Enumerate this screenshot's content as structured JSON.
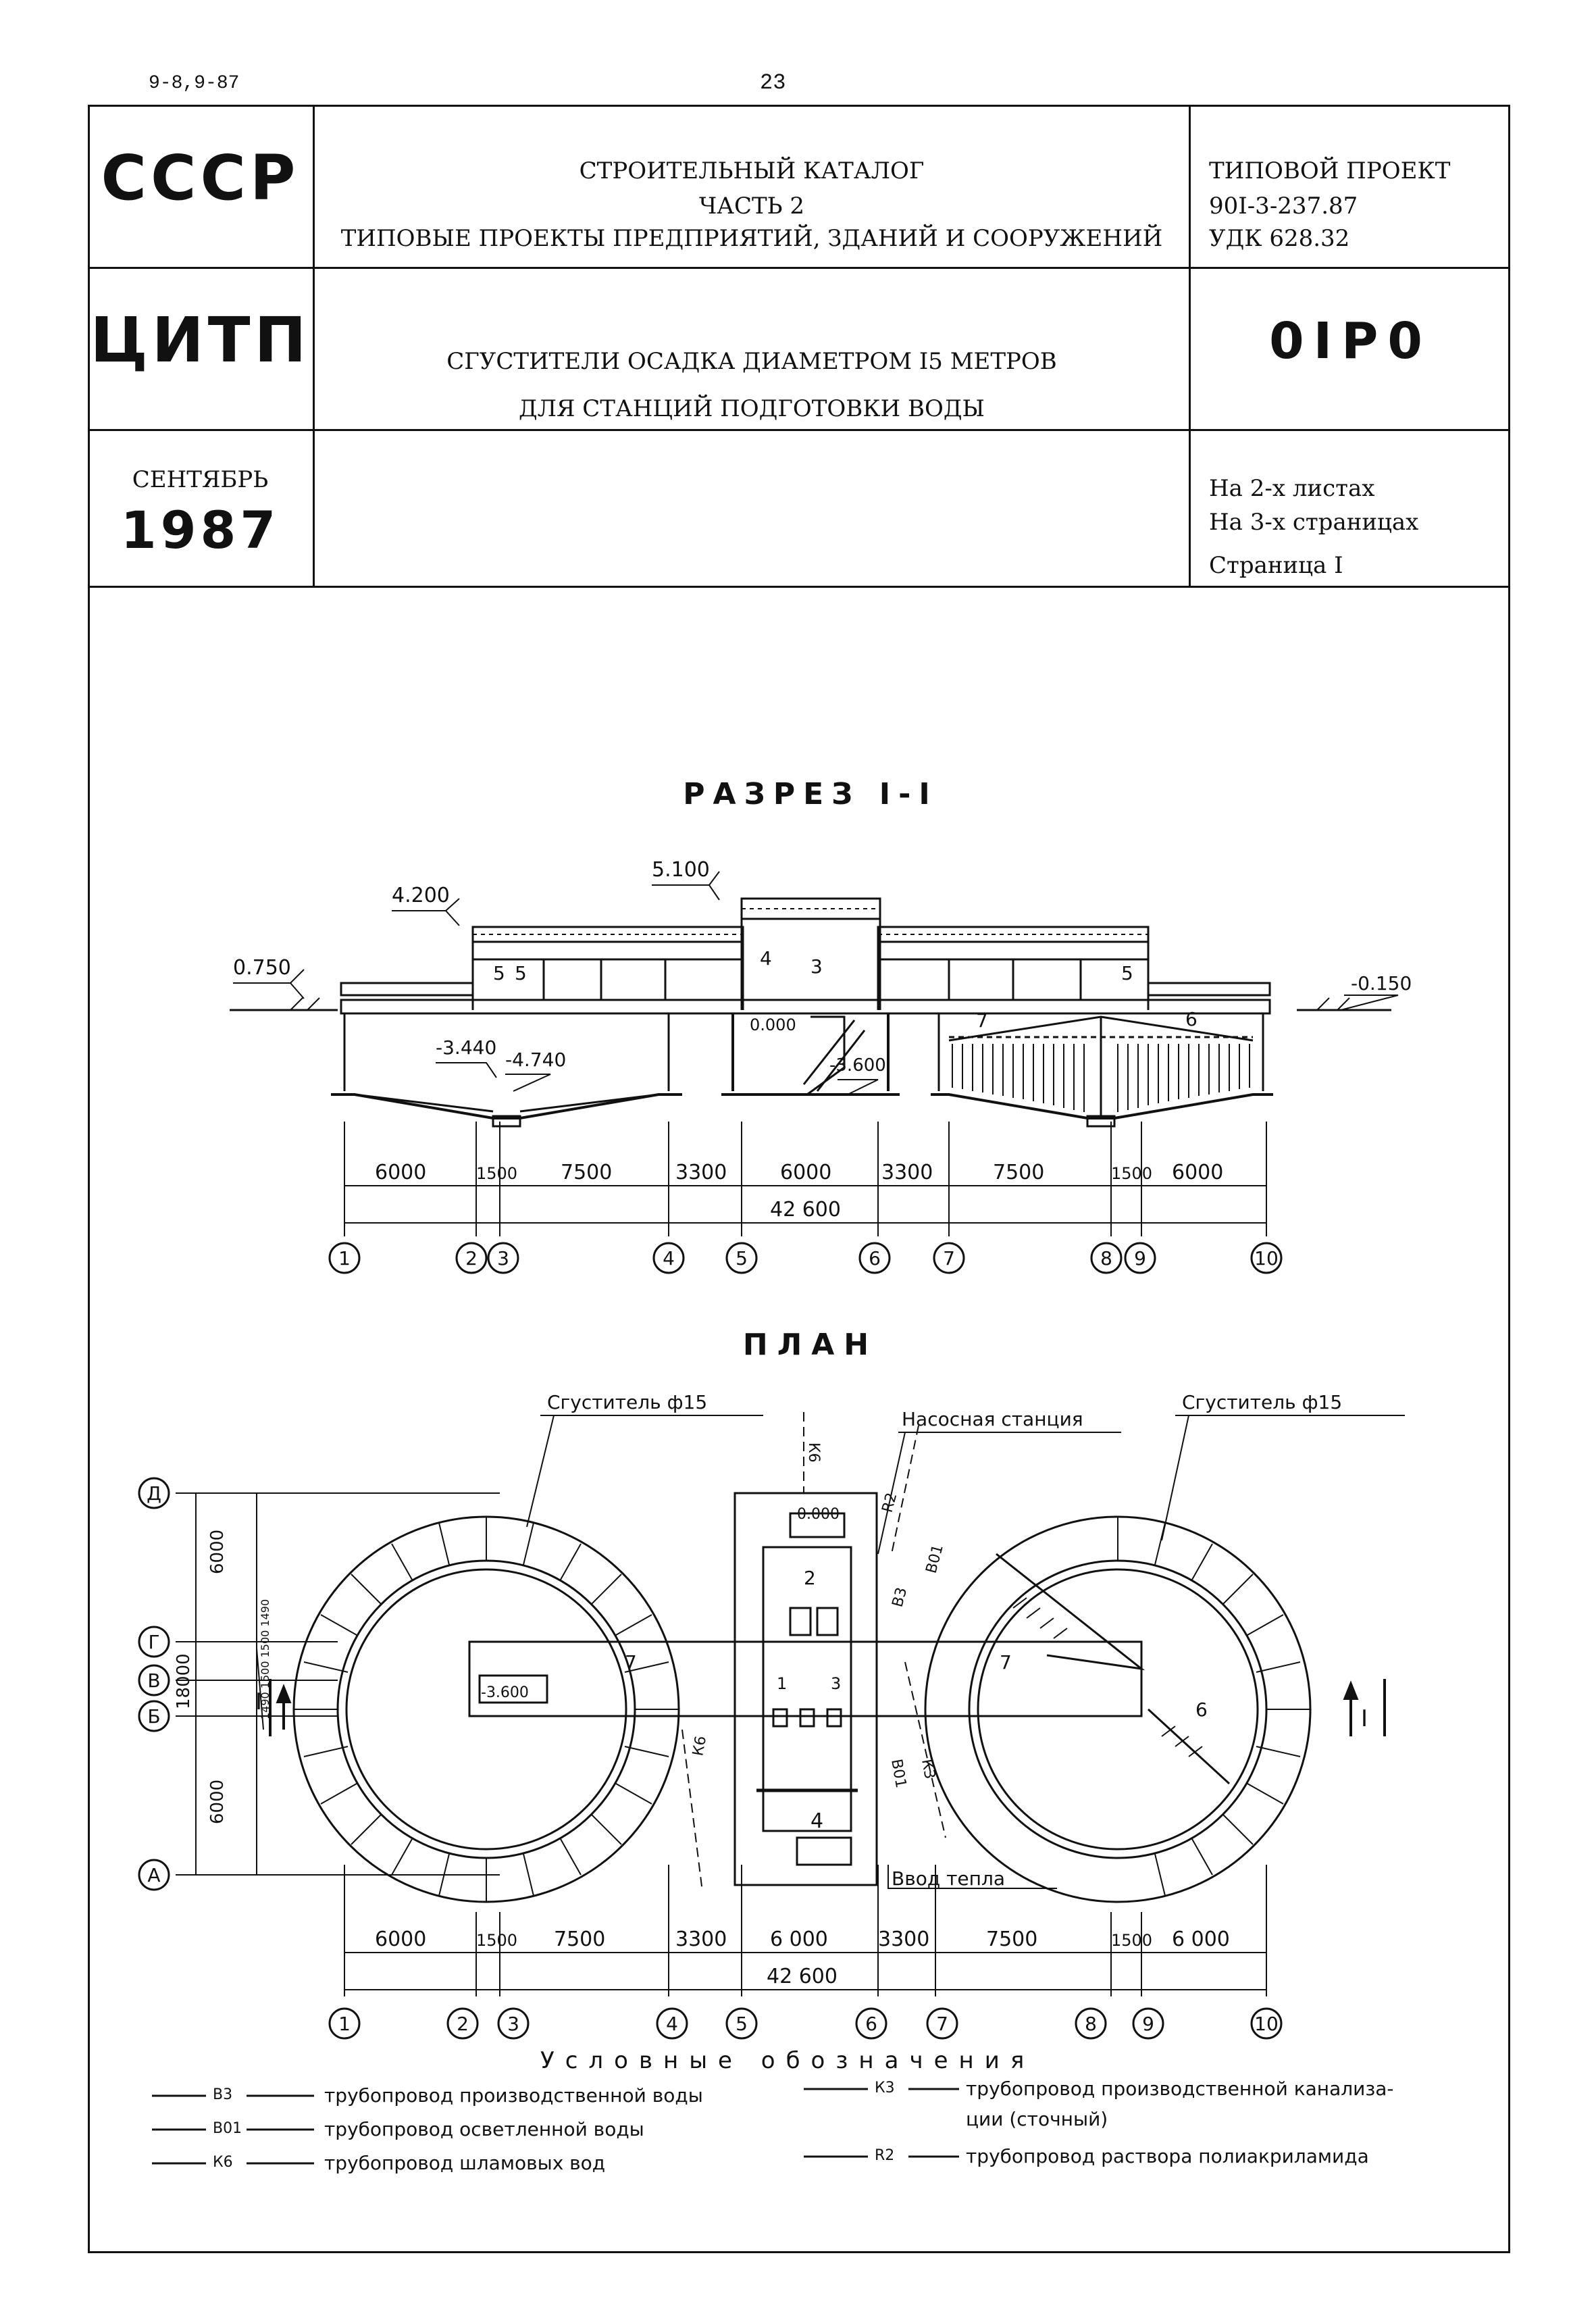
{
  "page": {
    "code": "9-8,9-87",
    "number": "23"
  },
  "header": {
    "org1": "СССР",
    "catalog_line1": "СТРОИТЕЛЬНЫЙ КАТАЛОГ",
    "catalog_line2": "ЧАСТЬ 2",
    "catalog_line3": "ТИПОВЫЕ ПРОЕКТЫ ПРЕДПРИЯТИЙ, ЗДАНИЙ И СООРУЖЕНИЙ",
    "project_label": "ТИПОВОЙ ПРОЕКТ",
    "project_number": "90I-3-237.87",
    "udk": "УДК 628.32",
    "org2": "ЦИТП",
    "title_line1": "СГУСТИТЕЛИ ОСАДКА ДИАМЕТРОМ I5 МЕТРОВ",
    "title_line2": "ДЛЯ СТАНЦИЙ ПОДГОТОВКИ ВОДЫ",
    "code": "0IР0",
    "month": "СЕНТЯБРЬ",
    "year": "1987",
    "sheets": "На 2-х листах",
    "pages": "На 3-х страницах",
    "page": "Страница I"
  },
  "section": {
    "title": "РАЗРЕЗ I-I",
    "levels": [
      "4.200",
      "5.100",
      "0.750",
      "-0.150",
      "-3.440",
      "-4.740",
      "0.000",
      "-3.600"
    ],
    "dims": [
      "6000",
      "1500",
      "7500",
      "3300",
      "6000",
      "3300",
      "7500",
      "1500",
      "6000"
    ],
    "total": "42 600",
    "axes": [
      "1",
      "2",
      "3",
      "4",
      "5",
      "6",
      "7",
      "8",
      "9",
      "10"
    ],
    "marks": [
      "5",
      "5",
      "4",
      "3",
      "7",
      "6",
      "5"
    ]
  },
  "plan": {
    "title": "ПЛАН",
    "thickener_left": "Сгуститель ф15",
    "thickener_right": "Сгуститель ф15",
    "pump_station": "Насосная станция",
    "heat_input": "Ввод тепла",
    "row_axes": [
      "Д",
      "Г",
      "В",
      "Б",
      "А"
    ],
    "vdims": [
      "6000",
      "18000",
      "6000"
    ],
    "vsmall": "1490 1500 1500 1490",
    "level_mark": "0.000",
    "level_mark2": "-3.600",
    "dims": [
      "6000",
      "1500",
      "7500",
      "3300",
      "6 000",
      "3300",
      "7500",
      "1500",
      "6 000"
    ],
    "total": "42 600",
    "axes": [
      "1",
      "2",
      "3",
      "4",
      "5",
      "6",
      "7",
      "8",
      "9",
      "10"
    ],
    "pipe_marks": [
      "К6",
      "R2",
      "В3",
      "В01",
      "К6",
      "В01",
      "К3"
    ],
    "item_marks": [
      "2",
      "1",
      "3",
      "4",
      "7",
      "7",
      "6",
      "I",
      "I"
    ]
  },
  "legend": {
    "title": "Условные обозначения",
    "items": [
      {
        "code": "В3",
        "text": "трубопровод производственной воды"
      },
      {
        "code": "В01",
        "text": "трубопровод осветленной воды"
      },
      {
        "code": "К6",
        "text": "трубопровод шламовых вод"
      },
      {
        "code": "К3",
        "text": "трубопровод производственной канализа-"
      },
      {
        "code": "",
        "text": "ции (сточный)"
      },
      {
        "code": "R2",
        "text": "трубопровод раствора полиакриламида"
      }
    ]
  }
}
